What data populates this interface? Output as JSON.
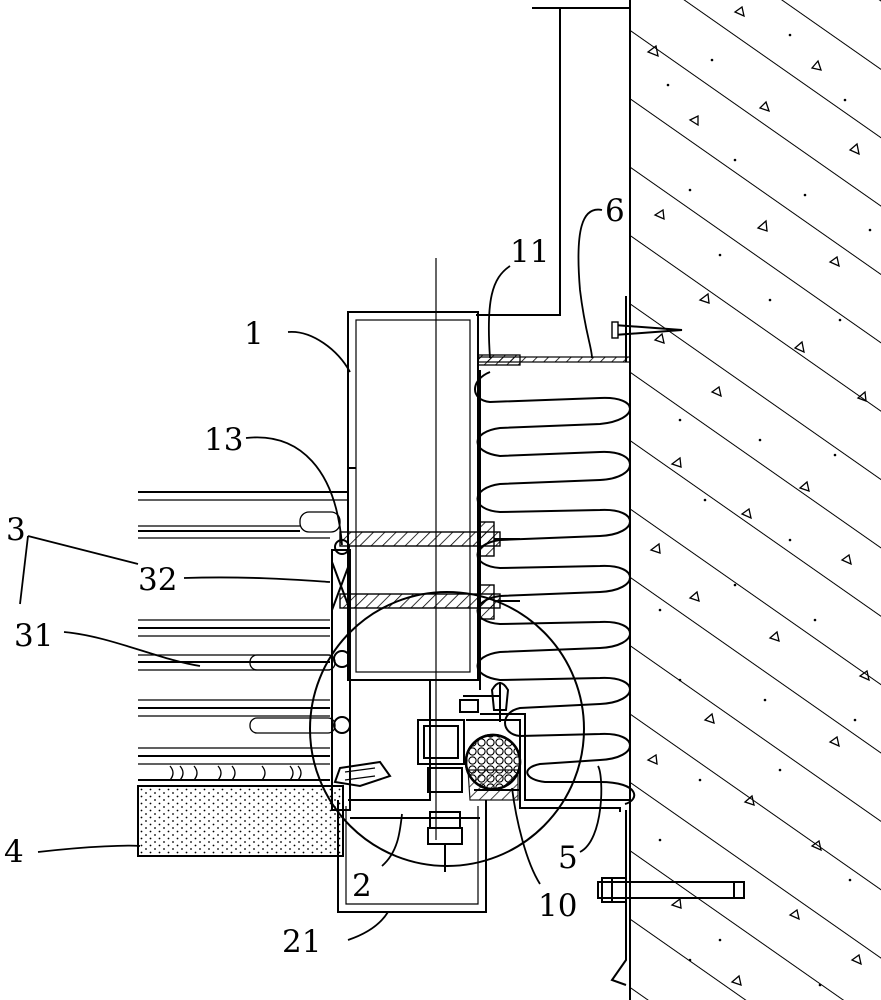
{
  "labels": {
    "l1": "1",
    "l2": "2",
    "l3": "3",
    "l4": "4",
    "l5": "5",
    "l6": "6",
    "l10": "10",
    "l11": "11",
    "l13": "13",
    "l21": "21",
    "l31": "31",
    "l32": "32"
  }
}
